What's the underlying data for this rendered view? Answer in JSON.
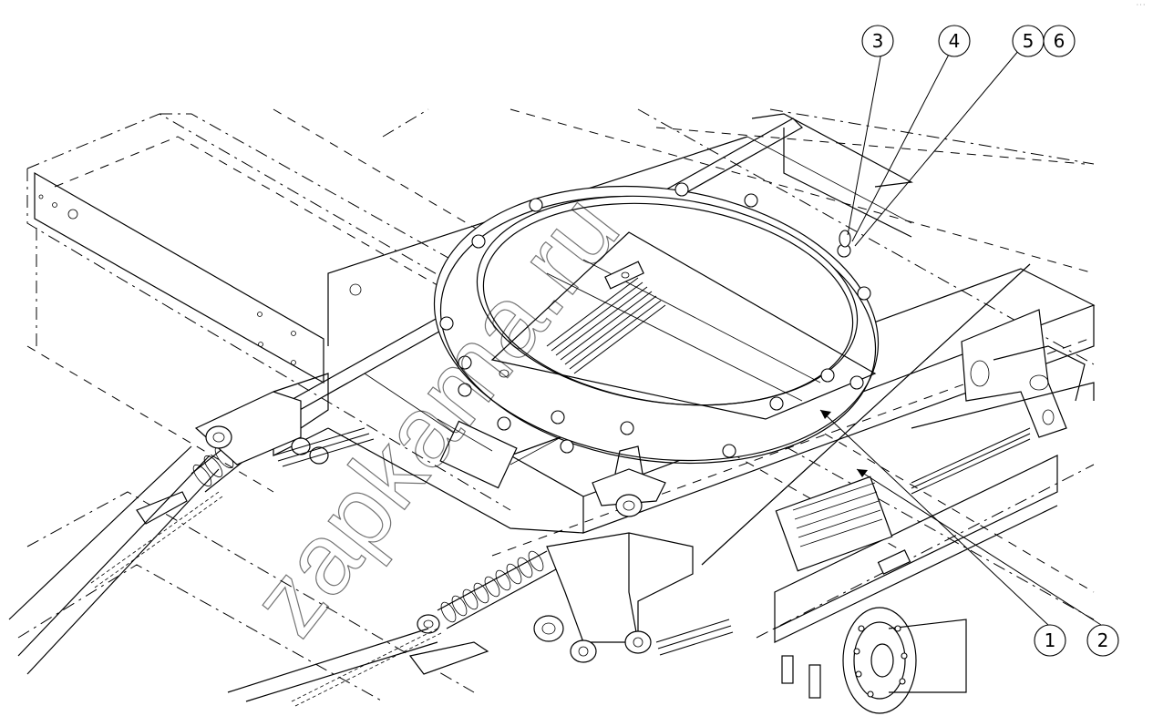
{
  "callouts": [
    {
      "id": "1",
      "label": "1"
    },
    {
      "id": "2",
      "label": "2"
    },
    {
      "id": "3",
      "label": "3"
    },
    {
      "id": "4",
      "label": "4"
    },
    {
      "id": "5",
      "label": "5"
    },
    {
      "id": "6",
      "label": "6"
    }
  ],
  "watermark": {
    "text": "zapkama.ru"
  },
  "corner_tag": "···"
}
